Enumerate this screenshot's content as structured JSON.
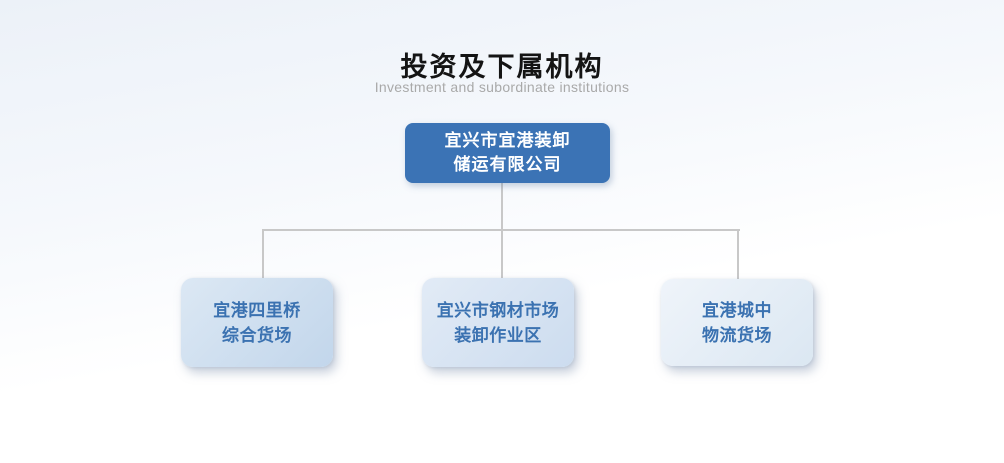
{
  "header": {
    "title": "投资及下属机构",
    "subtitle": "Investment and subordinate institutions"
  },
  "org_chart": {
    "root": {
      "name": "宜兴市宜港装卸\n储运有限公司"
    },
    "children": [
      {
        "name": "宜港四里桥\n综合货场",
        "bg_start": "#dce8f4",
        "bg_end": "#c2d6eb"
      },
      {
        "name": "宜兴市钢材市场\n装卸作业区",
        "bg_start": "#e2ebf6",
        "bg_end": "#ccdcef"
      },
      {
        "name": "宜港城中\n物流货场",
        "bg_start": "#eff4fa",
        "bg_end": "#dbe7f2"
      }
    ]
  },
  "colors": {
    "page_bg_top": "#ecf1f8",
    "page_bg_bottom": "#ffffff",
    "title_text": "#141414",
    "subtitle_text": "#a9a9a9",
    "root_box_bg": "#3b73b5",
    "root_box_text": "#ffffff",
    "child_text": "#3b72b1",
    "connector": "#c8c8c8"
  }
}
